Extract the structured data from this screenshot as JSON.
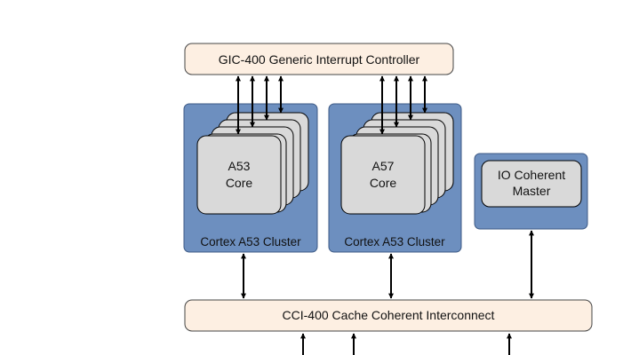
{
  "gic": {
    "label": "GIC-400 Generic Interrupt Controller"
  },
  "cluster_left": {
    "label": "Cortex A53 Cluster",
    "core_line1": "A53",
    "core_line2": "Core"
  },
  "cluster_right": {
    "label": "Cortex A53 Cluster",
    "core_line1": "A57",
    "core_line2": "Core"
  },
  "io_master": {
    "line1": "IO Coherent",
    "line2": "Master"
  },
  "cci": {
    "label": "CCI-400 Cache Coherent Interconnect"
  },
  "colors": {
    "peach_fill": "#fdefe2",
    "cluster_fill": "#6d8fbf",
    "core_fill": "#d9d9d9",
    "stroke": "#000000"
  }
}
